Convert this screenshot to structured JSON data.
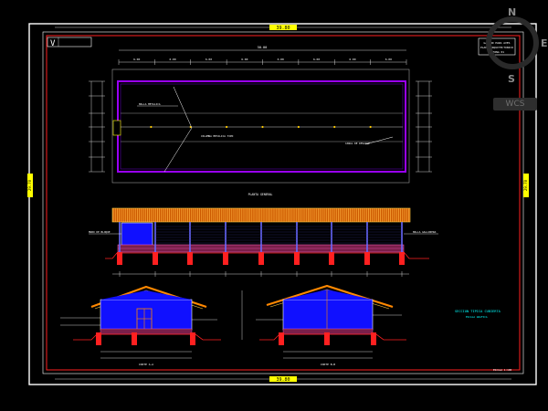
{
  "viewcube": {
    "north": "N",
    "east": "E",
    "south": "S",
    "wcs_label": "WCS"
  },
  "sheet": {
    "top_dim": "39.80",
    "bottom_dim": "39.80",
    "left_dim": "29.70",
    "right_dim": "29.70",
    "stamp_note": "ESCALA 1:100"
  },
  "title_block": {
    "lines": [
      "GALPON PARA AVES",
      "PLANO ARQUITECTONICO",
      "LAMINA 01"
    ]
  },
  "plan": {
    "overall_dim": "50.00",
    "segments": [
      "6.00",
      "6.00",
      "6.00",
      "6.00",
      "6.00",
      "6.00",
      "6.00",
      "6.00"
    ],
    "callout_1": "MALLA METALICA",
    "callout_2": "COLUMNA METALICA TIPO",
    "callout_3": "CANAL DE DESAGUE",
    "caption": "PLANTA GENERAL"
  },
  "elevation": {
    "left_note": "MURO DE BLOQUE",
    "right_note": "MALLA GALLINERA"
  },
  "sections": {
    "note": "SECCION TIPICA CUBIERTA",
    "subnote": "ESCALA GRAFICA",
    "cap_left": "CORTE A-A",
    "cap_right": "CORTE B-B"
  },
  "colors": {
    "background": "#000000",
    "frame_red": "#ff2020",
    "outline_white": "#ffffff",
    "wall_blue": "#1010ff",
    "roof_orange": "#ff8800",
    "plan_purple": "#9a00ff",
    "dim_yellow": "#ffff00",
    "note_cyan": "#00ffff"
  }
}
